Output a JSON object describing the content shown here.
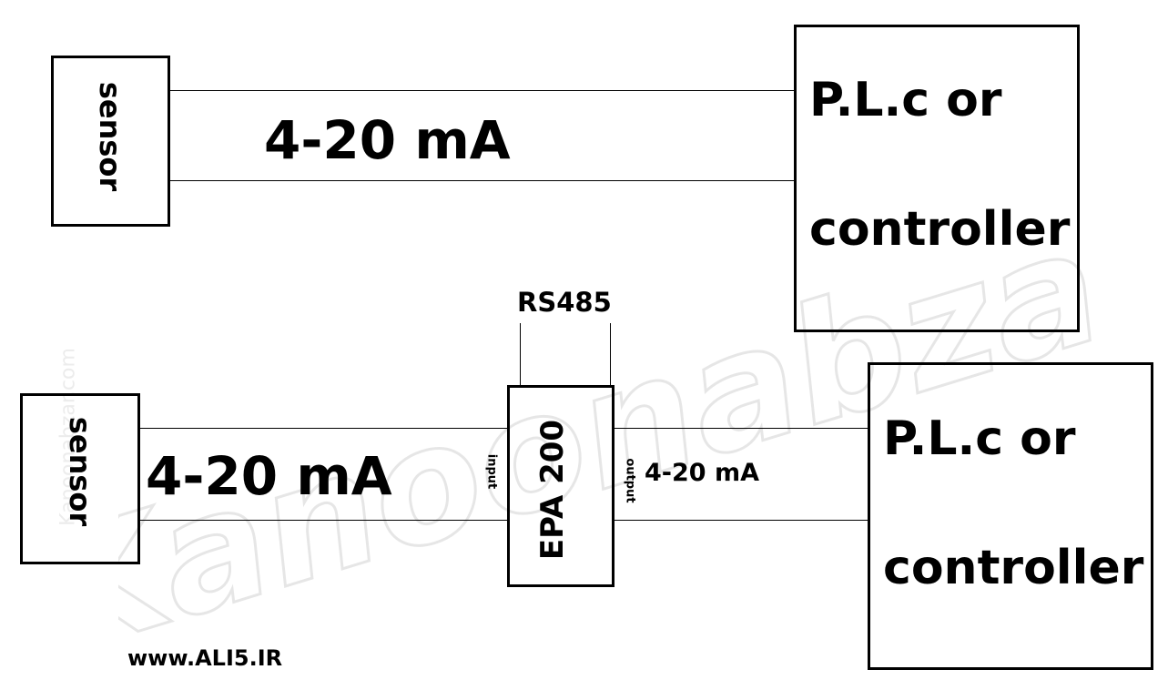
{
  "diagram_1": {
    "sensor_label": "sensor",
    "signal_label": "4-20 mA",
    "controller_line1": "P.L.c or",
    "controller_line2": "controller"
  },
  "diagram_2": {
    "sensor_label": "sensor",
    "signal_in_label": "4-20 mA",
    "input_label": "input",
    "device_label": "EPA 200",
    "output_label": "output",
    "signal_out_label": "4-20 mA",
    "bus_label": "RS485",
    "controller_line1": "P.L.c or",
    "controller_line2": "controller"
  },
  "watermark": {
    "main": "Kanoonabzar",
    "side": "Kanoonabzar.com"
  },
  "footer": {
    "website": "www.ALI5.IR"
  },
  "colors": {
    "line": "#000000",
    "background": "#ffffff",
    "watermark": "#e8e8e8"
  }
}
